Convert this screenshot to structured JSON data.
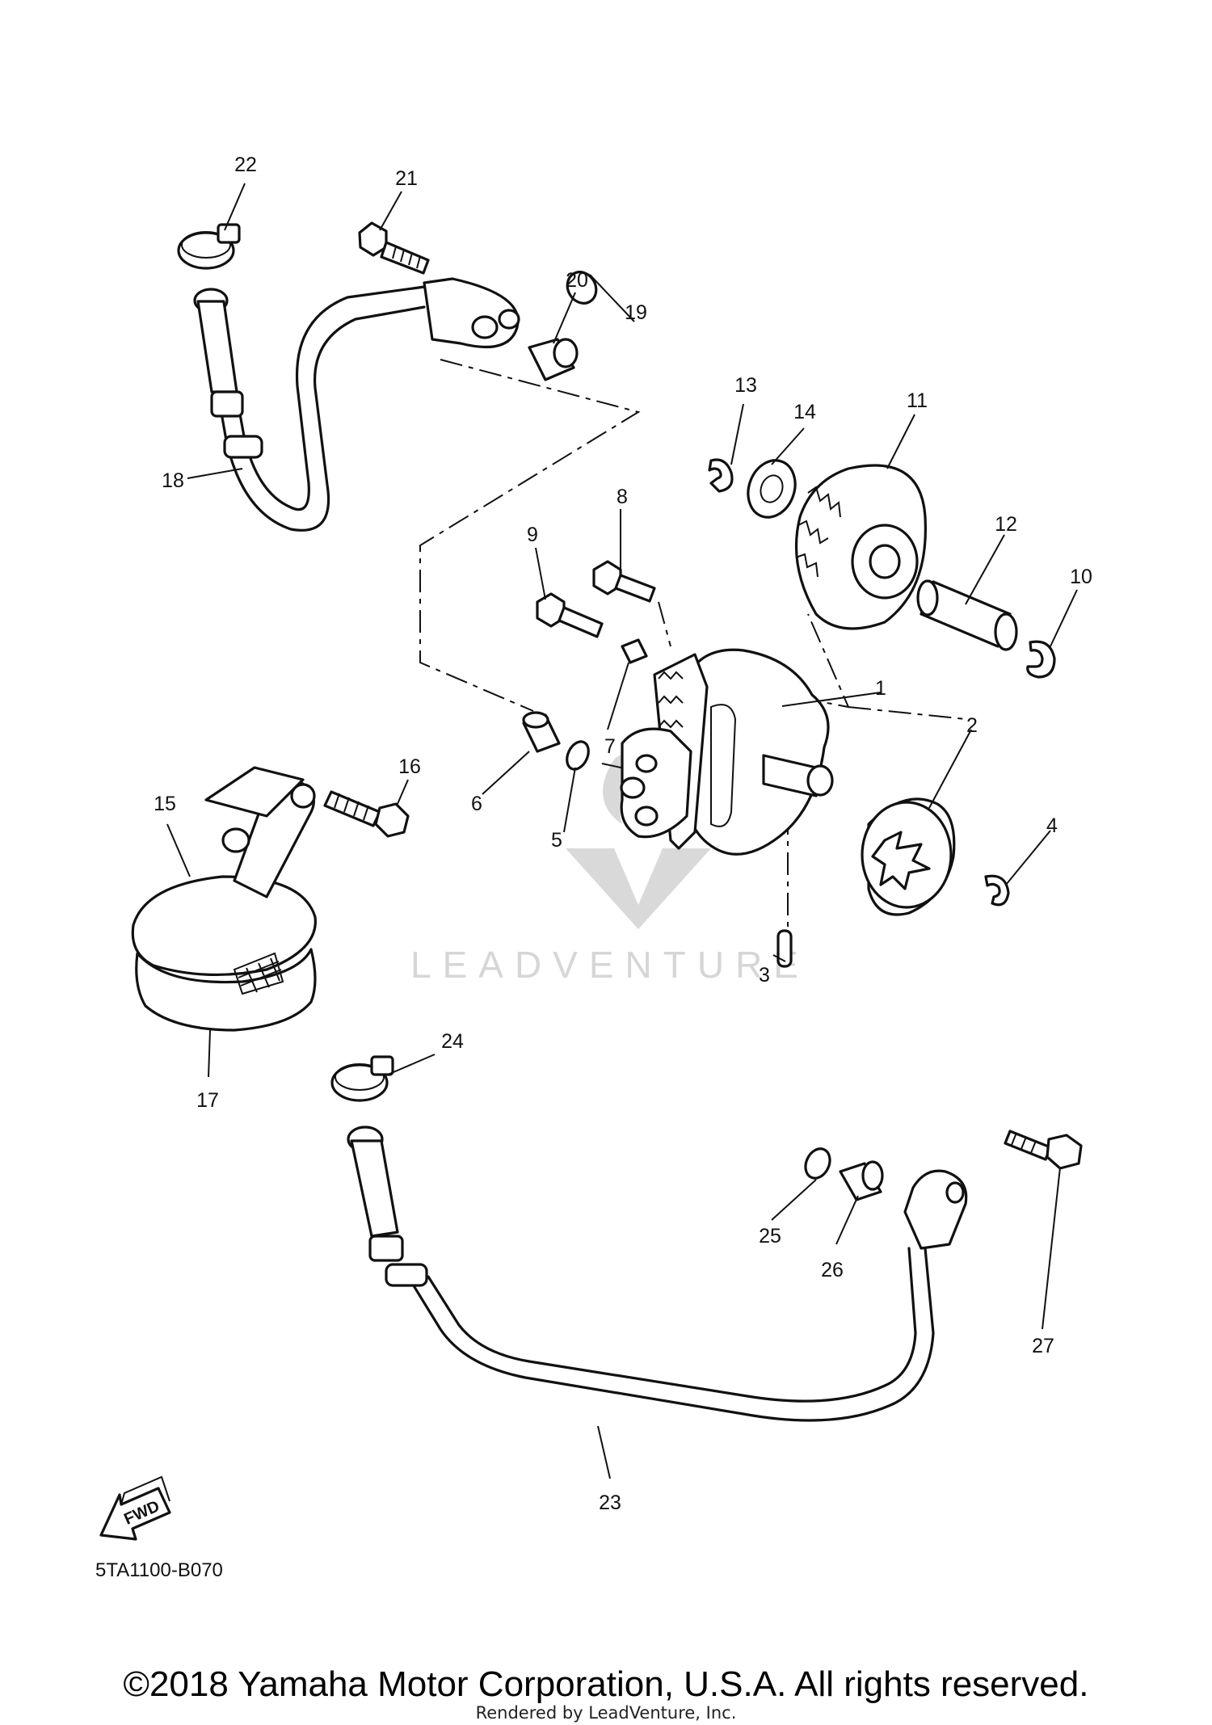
{
  "diagram": {
    "watermark_text": "LEADVENTURE",
    "callouts": [
      "1",
      "2",
      "3",
      "4",
      "5",
      "6",
      "7",
      "8",
      "9",
      "10",
      "11",
      "12",
      "13",
      "14",
      "15",
      "16",
      "17",
      "18",
      "19",
      "20",
      "21",
      "22",
      "23",
      "24",
      "25",
      "26",
      "27"
    ],
    "fwd_label": "FWD",
    "diagram_code": "5TA1100-B070"
  },
  "footer": {
    "copyright": "©2018 Yamaha Motor Corporation, U.S.A. All rights reserved.",
    "rendered_by": "Rendered by LeadVenture, Inc."
  }
}
